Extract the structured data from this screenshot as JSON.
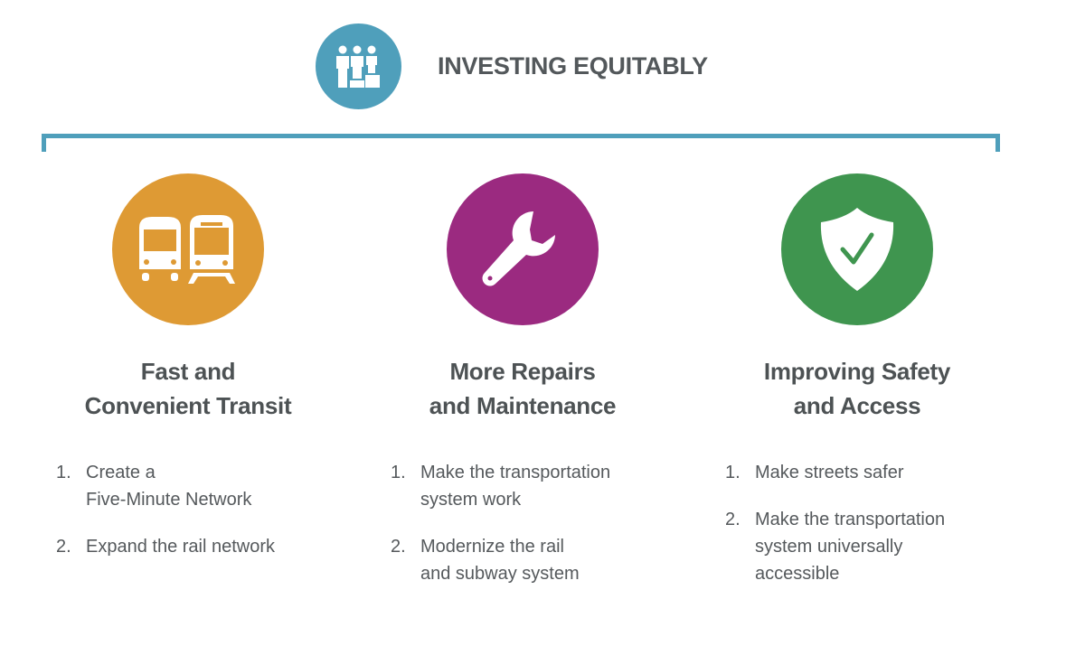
{
  "header": {
    "title": "INVESTING EQUITABLY",
    "icon": "people-podium-icon",
    "color": "#4f9fbb"
  },
  "bracket_color": "#4f9fbb",
  "columns": [
    {
      "icon": "bus-and-train-icon",
      "color": "#de9a34",
      "title": "Fast and\nConvenient Transit",
      "items": [
        {
          "num": "1.",
          "text": "Create a\nFive-Minute Network"
        },
        {
          "num": "2.",
          "text": "Expand the rail network"
        }
      ]
    },
    {
      "icon": "wrench-icon",
      "color": "#9b2a80",
      "title": "More Repairs\nand Maintenance",
      "items": [
        {
          "num": "1.",
          "text": "Make the transportation\nsystem work"
        },
        {
          "num": "2.",
          "text": "Modernize the rail\nand subway system"
        }
      ]
    },
    {
      "icon": "shield-check-icon",
      "color": "#3f954f",
      "title": "Improving Safety\nand Access",
      "items": [
        {
          "num": "1.",
          "text": "Make streets safer"
        },
        {
          "num": "2.",
          "text": "Make the transportation\nsystem universally\naccessible"
        }
      ]
    }
  ]
}
